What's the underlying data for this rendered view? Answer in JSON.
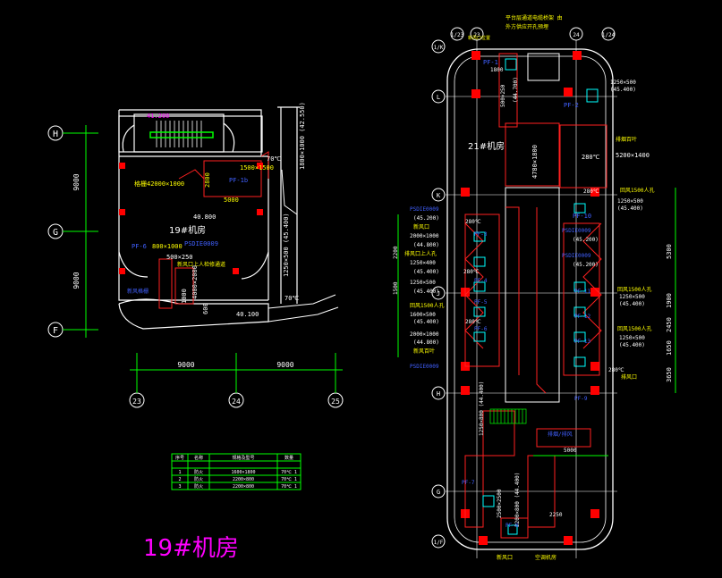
{
  "colors": {
    "background": "#000000",
    "wall": "#ffffff",
    "dimension": "#00ff00",
    "label_yellow": "#ffff00",
    "label_blue": "#4060ff",
    "duct_red": "#ff2020",
    "axis_green": "#00cc00",
    "cyan": "#00ffff",
    "magenta": "#ff00ff"
  },
  "left_plan": {
    "title": "19#机房",
    "room_label": "19#机房",
    "axes_rows": [
      "H",
      "G",
      "F"
    ],
    "axes_cols": [
      "23",
      "24",
      "25"
    ],
    "dims_vertical": [
      "9000",
      "9000"
    ],
    "dims_horizontal": [
      "9000",
      "9000"
    ],
    "labels": {
      "elev_top": "41.200",
      "elev_mid": "40.800",
      "elev_bot": "40.100",
      "duct_a": "1500×1500",
      "duct_b": "5000",
      "duct_c": "2800",
      "vent": "PF-1b",
      "temp": "70℃",
      "fan": "PF-6",
      "size_a": "800×1000",
      "size_b": "500×250",
      "duct_v": "1800×1000 (42.550)",
      "duct_v2": "1250×500 (45.400)",
      "duct_grill": "格栅42000×1000",
      "note_a": "PSDIE0009",
      "note_b": "新风口上人检修通道",
      "note_c": "新风格栅",
      "dim_a": "1000",
      "dim_b": "600",
      "dim_c": "4000×2000",
      "temp2": "70℃"
    }
  },
  "table": {
    "headers": [
      "序号",
      "名称",
      "规格及型号",
      "数量"
    ],
    "rows": [
      [
        "1",
        "防火",
        "1600×1800",
        "70℃ 1"
      ],
      [
        "2",
        "防火",
        "2200×800",
        "70℃ 1"
      ],
      [
        "3",
        "防火",
        "2200×800",
        "70℃ 1"
      ]
    ]
  },
  "right_plan": {
    "room_label": "21#机房",
    "axes_top": [
      "1/K",
      "1/23",
      "23",
      "24",
      "1/24"
    ],
    "axes_left": [
      "L",
      "K",
      "J",
      "H",
      "G",
      "1/F"
    ],
    "top_note_a": "平台层通道电缆桥架 由",
    "top_note_b": "外方供应开孔预埋",
    "top_note_c": "新风口位置",
    "labels": {
      "pf1": "PF-1",
      "pf2": "PF-2",
      "pf3": "PF-3",
      "pf4": "PF-4",
      "pf5": "PF-5",
      "pf6": "PF-6",
      "pf7": "PF-7",
      "pf8": "PF-8",
      "pf9": "PF-9",
      "pf10": "PF-10",
      "pf11": "PF-11",
      "pf12": "PF-12",
      "pf13": "PF-13",
      "d1250": "1250×500",
      "e45400": "(45.400)",
      "e44700": "(44.700)",
      "d5200": "5200×1400",
      "d4780": "4780×1800",
      "e280": "280℃",
      "d2000": "2000×1000",
      "e44800": "(44.800)",
      "e45200": "(45.200)",
      "d1250b": "1250×400",
      "d1600": "1600×500",
      "d500": "500×250",
      "dim5300": "5300",
      "dim1900": "1900",
      "dim2450": "2450",
      "dim1650": "1650",
      "dim3650": "3650",
      "dim1800": "1800",
      "dim2200": "2200",
      "dim1500": "1500",
      "dim5000": "5000",
      "dim2250": "2250",
      "d2200x800": "2200×800 (44.400)",
      "d1250x800": "1250×800 (44.400)",
      "d2500": "2500×2500",
      "note_d": "新风百叶",
      "note_e": "排烟百叶",
      "note_f": "排风口",
      "note_g": "新风口",
      "note_h": "排风口上人孔",
      "note_i": "回风1500人孔",
      "psdie": "PSDIE0009",
      "smoke": "排烟/排风",
      "room2": "空调机房"
    }
  }
}
